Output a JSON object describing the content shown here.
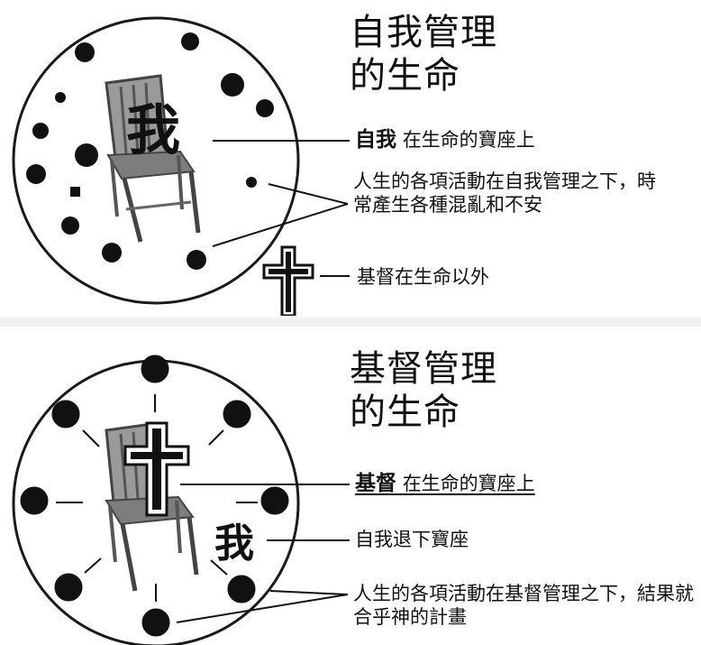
{
  "top": {
    "title_line1": "自我管理",
    "title_line2": "的生命",
    "self_char": "我",
    "label_self_bold": "自我",
    "label_self_rest": "在生命的寶座上",
    "label_activities": "人生的各項活動在自我管理之下，時常產生各種混亂和不安",
    "label_christ": "基督在生命以外"
  },
  "bottom": {
    "title_line1": "基督管理",
    "title_line2": "的生命",
    "self_char": "我",
    "label_christ_bold": "基督",
    "label_christ_rest": "在生命的寶座上",
    "label_self": "自我退下寶座",
    "label_activities": "人生的各項活動在基督管理之下，結果就合乎神的計畫"
  },
  "colors": {
    "ink": "#111111",
    "circle": "#1a1a1a",
    "background": "#ffffff"
  }
}
